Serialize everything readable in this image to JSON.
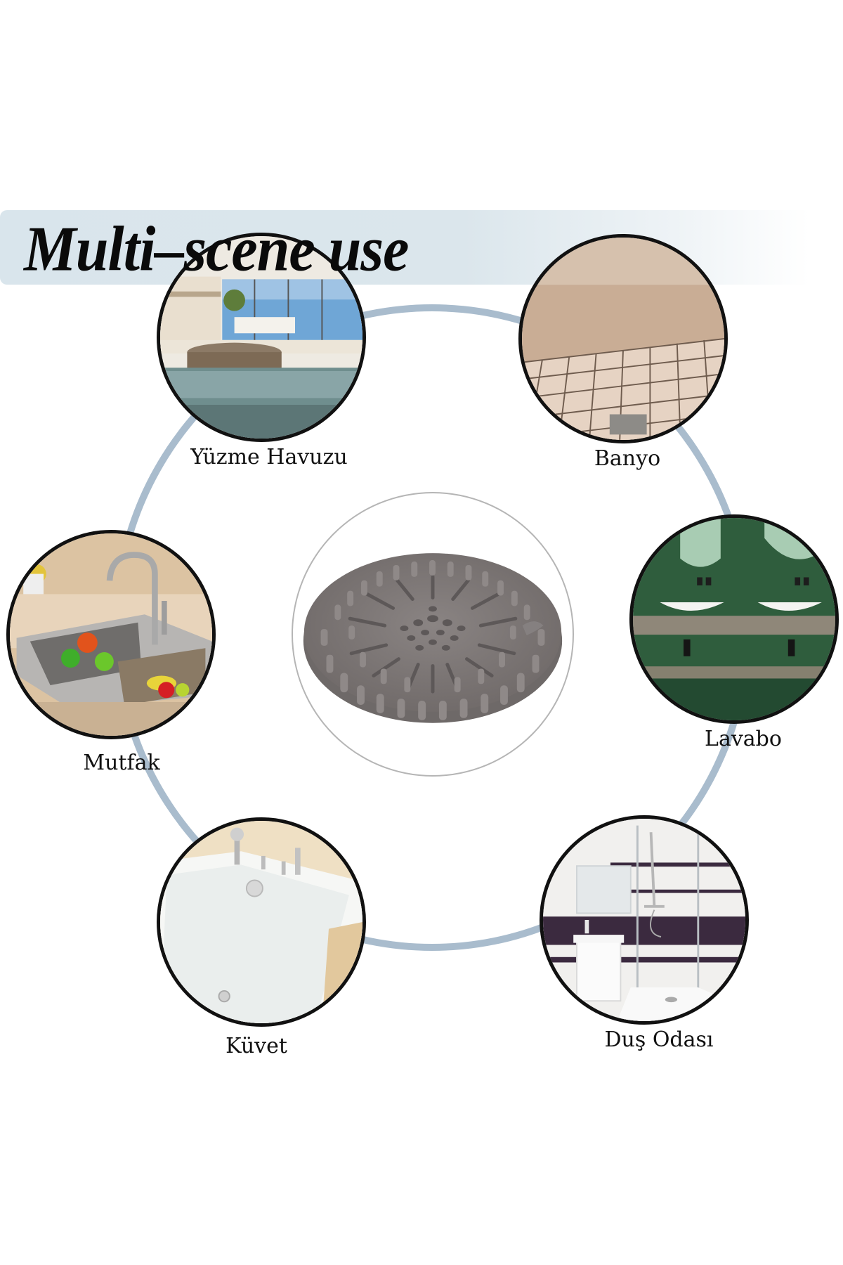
{
  "header": {
    "title": "Multi–scene use",
    "banner_color": "#d9e5ec"
  },
  "ring": {
    "color": "#a9bccd"
  },
  "product": {
    "name": "round silicone drain hair catcher",
    "color": "#7d7776"
  },
  "scenes": [
    {
      "id": "pool",
      "label": "Yüzme Havuzu",
      "icon": "swimming-pool-photo"
    },
    {
      "id": "bathroom",
      "label": "Banyo",
      "icon": "tiled-floor-drain-photo"
    },
    {
      "id": "kitchen",
      "label": "Mutfak",
      "icon": "kitchen-sink-photo"
    },
    {
      "id": "washbasin",
      "label": "Lavabo",
      "icon": "washbasin-photo"
    },
    {
      "id": "bathtub",
      "label": "Küvet",
      "icon": "bathtub-photo"
    },
    {
      "id": "shower",
      "label": "Duş Odası",
      "icon": "shower-room-photo"
    }
  ]
}
